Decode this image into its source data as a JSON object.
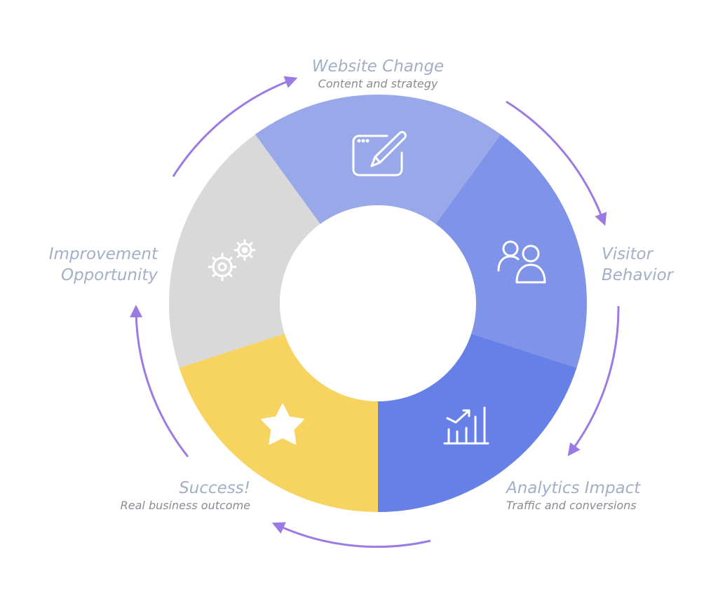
{
  "stages": [
    {
      "title": "Website Change",
      "subtitle": "Content and strategy",
      "icon": "browser-edit-icon",
      "color": "#98A8E8"
    },
    {
      "title_lines": [
        "Visitor",
        "Behavior"
      ],
      "icon": "users-icon",
      "color": "#7F93E8"
    },
    {
      "title": "Analytics Impact",
      "subtitle": "Traffic and conversions",
      "icon": "chart-growth-icon",
      "color": "#6680E8"
    },
    {
      "title": "Success!",
      "subtitle": "Real business outcome",
      "icon": "star-icon",
      "color": "#F7D35F"
    },
    {
      "title_lines": [
        "Improvement",
        "Opportunity"
      ],
      "icon": "gears-icon",
      "color": "#D9D9D9"
    }
  ],
  "arrow_color": "#9B7BE3"
}
